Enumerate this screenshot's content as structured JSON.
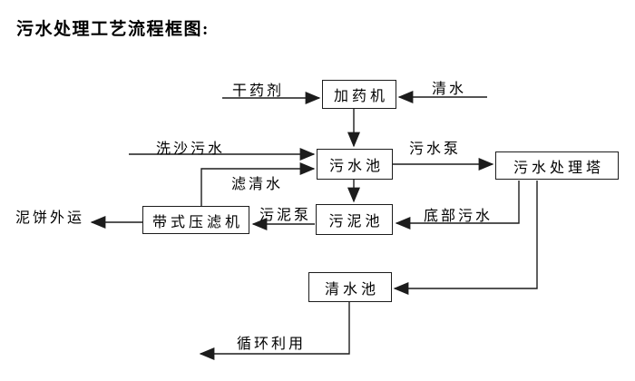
{
  "title": "污水处理工艺流程框图:",
  "colors": {
    "line": "#1c1c1c",
    "text": "#000000",
    "background": "#ffffff"
  },
  "nodes": {
    "dosing_machine": {
      "label": "加药机"
    },
    "sewage_pool": {
      "label": "污水池"
    },
    "treatment_tower": {
      "label": "污水处理塔"
    },
    "belt_filter_press": {
      "label": "带式压滤机"
    },
    "sludge_pool": {
      "label": "污泥池"
    },
    "clean_water_pool": {
      "label": "清水池"
    }
  },
  "edge_labels": {
    "dry_agent": "干药剂",
    "clean_water": "清水",
    "sand_wash_sewage": "洗沙污水",
    "sewage_pump": "污水泵",
    "filtered_water": "滤清水",
    "mud_cake_out": "泥饼外运",
    "sludge_pump": "污泥泵",
    "bottom_sewage": "底部污水",
    "recycle_use": "循环利用"
  },
  "edges": [
    {
      "from": "干药剂(外部)",
      "to": "加药机",
      "label": "干药剂"
    },
    {
      "from": "清水(外部)",
      "to": "加药机",
      "label": "清水"
    },
    {
      "from": "加药机",
      "to": "污水池",
      "label": ""
    },
    {
      "from": "洗沙污水(外部)",
      "to": "污水池",
      "label": "洗沙污水"
    },
    {
      "from": "带式压滤机",
      "to": "污水池",
      "label": "滤清水"
    },
    {
      "from": "污水池",
      "to": "污水处理塔",
      "label": "污水泵"
    },
    {
      "from": "污水池",
      "to": "污泥池",
      "label": ""
    },
    {
      "from": "污水处理塔",
      "to": "污泥池",
      "label": "底部污水"
    },
    {
      "from": "污泥池",
      "to": "带式压滤机",
      "label": "污泥泵"
    },
    {
      "from": "带式压滤机",
      "to": "泥饼外运",
      "label": "泥饼外运"
    },
    {
      "from": "污水处理塔",
      "to": "清水池",
      "label": ""
    },
    {
      "from": "清水池",
      "to": "循环利用",
      "label": "循环利用"
    }
  ]
}
